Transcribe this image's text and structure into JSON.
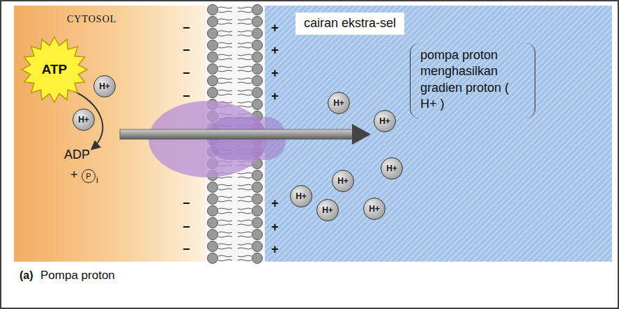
{
  "diagram": {
    "caption": "Pompa proton",
    "nodes": [
      {
        "text": [
          "cairan ekstra-sel"
        ]
      },
      {
        "text": [
          "pompa proton menghasilkan gradien proton ( H+ )"
        ]
      },
      {
        "text": [
          "ATP"
        ]
      },
      {
        "text": [
          "H+"
        ]
      },
      {
        "text": [
          "H+"
        ]
      },
      {
        "text": [
          "H+"
        ]
      },
      {
        "text": [
          "H+"
        ]
      },
      {
        "text": [
          "H+"
        ]
      },
      {
        "text": [
          "H+"
        ]
      },
      {
        "text": [
          "H+"
        ]
      },
      {
        "text": [
          "H+"
        ]
      },
      {
        "text": [
          "H+"
        ]
      },
      {
        "text": [
          "P"
        ]
      }
    ],
    "labels": [
      "CYTOSOL",
      "−",
      "−",
      "−",
      "−",
      "−",
      "−",
      "−",
      "+",
      "+",
      "+",
      "+",
      "+",
      "+",
      "+",
      "ADP",
      "+",
      "i",
      "(a)"
    ]
  }
}
